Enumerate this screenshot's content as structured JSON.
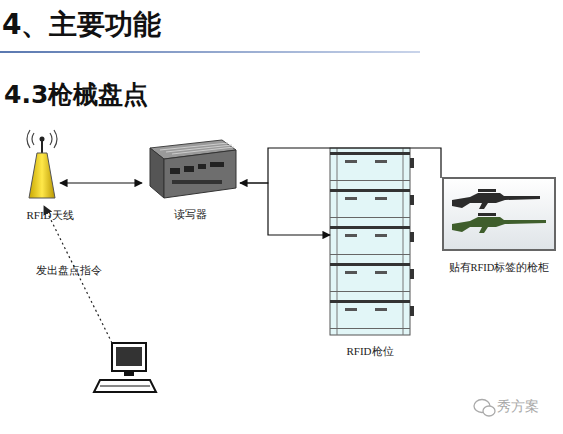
{
  "diagram": {
    "title": "4、主要功能",
    "nodes": [
      {
        "text": [
          "RFID天线"
        ]
      },
      {
        "text": [
          "读写器"
        ]
      },
      {
        "text": [
          "RFID枪位"
        ]
      },
      {
        "text": [
          "贴有RFID标签的枪柜"
        ]
      }
    ],
    "edges": [
      {
        "from": 0,
        "to": 1,
        "arrow": "both"
      },
      {
        "from": 1,
        "to": 2,
        "arrow": "both"
      },
      {
        "from": 1,
        "to": 3,
        "arrow": "none"
      }
    ],
    "labels": [
      "4.3枪械盘点",
      "发出盘点指令",
      "秀方案"
    ]
  }
}
